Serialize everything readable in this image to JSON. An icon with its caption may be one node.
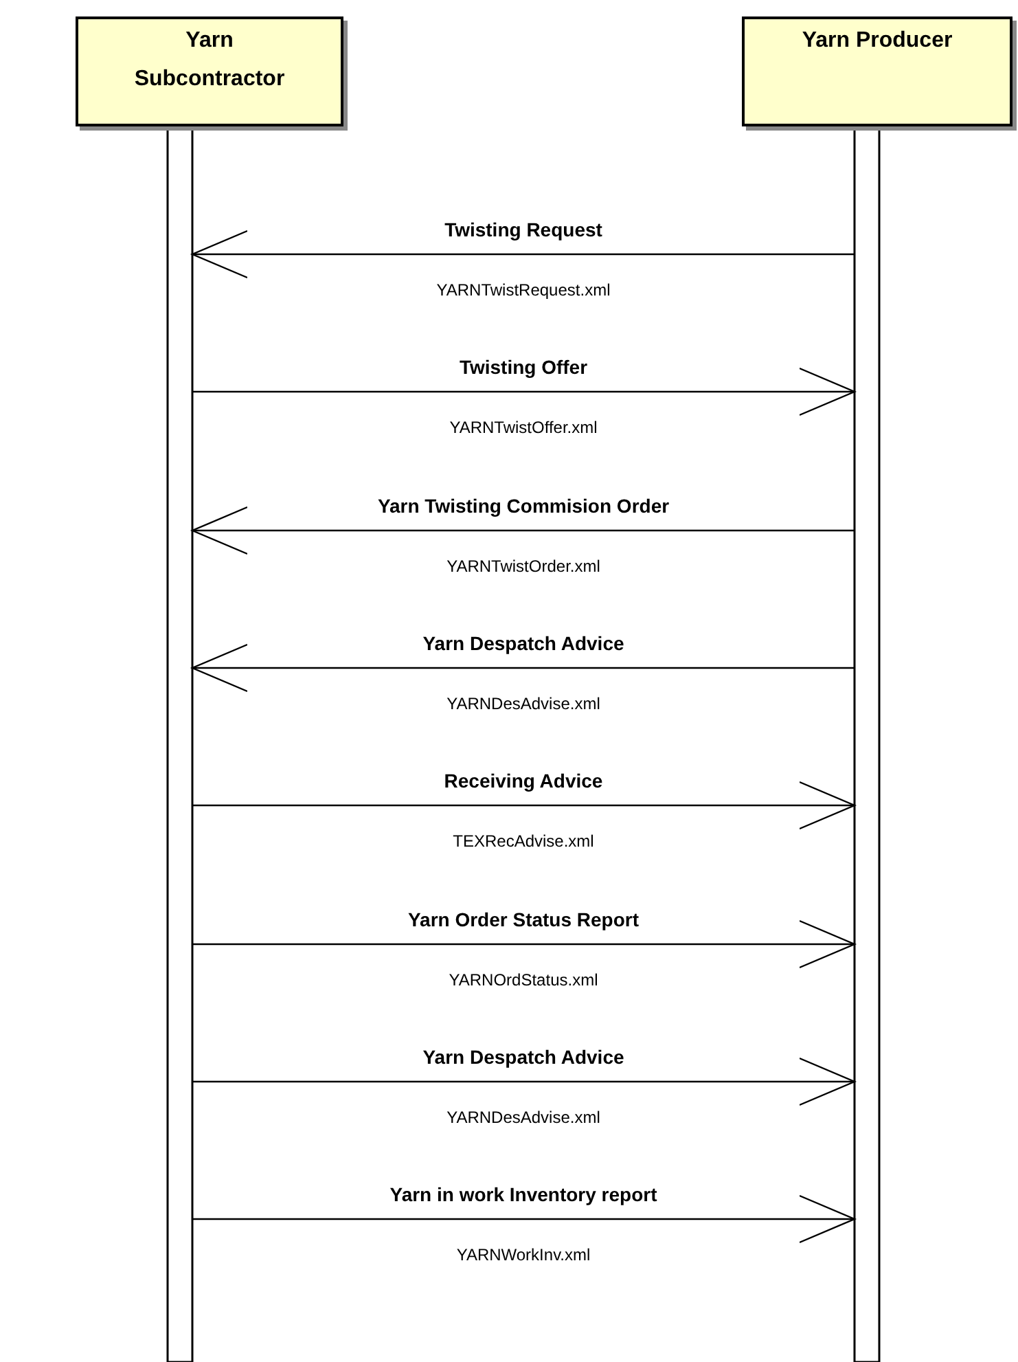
{
  "diagram": {
    "nodes": [
      {
        "text": [
          "Yarn Subcontractor"
        ]
      },
      {
        "text": [
          "Yarn Producer"
        ]
      },
      {
        "text": [],
        "shape": "bar"
      },
      {
        "text": [],
        "shape": "bar"
      }
    ],
    "edges": [
      {
        "from": 3,
        "to": 2,
        "arrow": "to",
        "label": "Twisting Request"
      },
      {
        "from": 2,
        "to": 3,
        "arrow": "to",
        "label": "Twisting Offer"
      },
      {
        "from": 3,
        "to": 2,
        "arrow": "to",
        "label": "Yarn Twisting Commision Order"
      },
      {
        "from": 3,
        "to": 2,
        "arrow": "to",
        "label": "Yarn Despatch Advice"
      },
      {
        "from": 2,
        "to": 3,
        "arrow": "to",
        "label": "Receiving Advice"
      },
      {
        "from": 2,
        "to": 3,
        "arrow": "to",
        "label": "Yarn Order Status Report"
      },
      {
        "from": 2,
        "to": 3,
        "arrow": "to",
        "label": "Yarn Despatch Advice"
      },
      {
        "from": 2,
        "to": 3,
        "arrow": "to",
        "label": "Yarn in work Inventory report"
      }
    ],
    "labels": [
      "YARNTwistRequest.xml",
      "YARNTwistOffer.xml",
      "YARNTwistOrder.xml",
      "YARNDesAdvise.xml",
      "TEXRecAdvise.xml",
      "YARNOrdStatus.xml",
      "YARNDesAdvise.xml",
      "YARNWorkInv.xml"
    ]
  }
}
